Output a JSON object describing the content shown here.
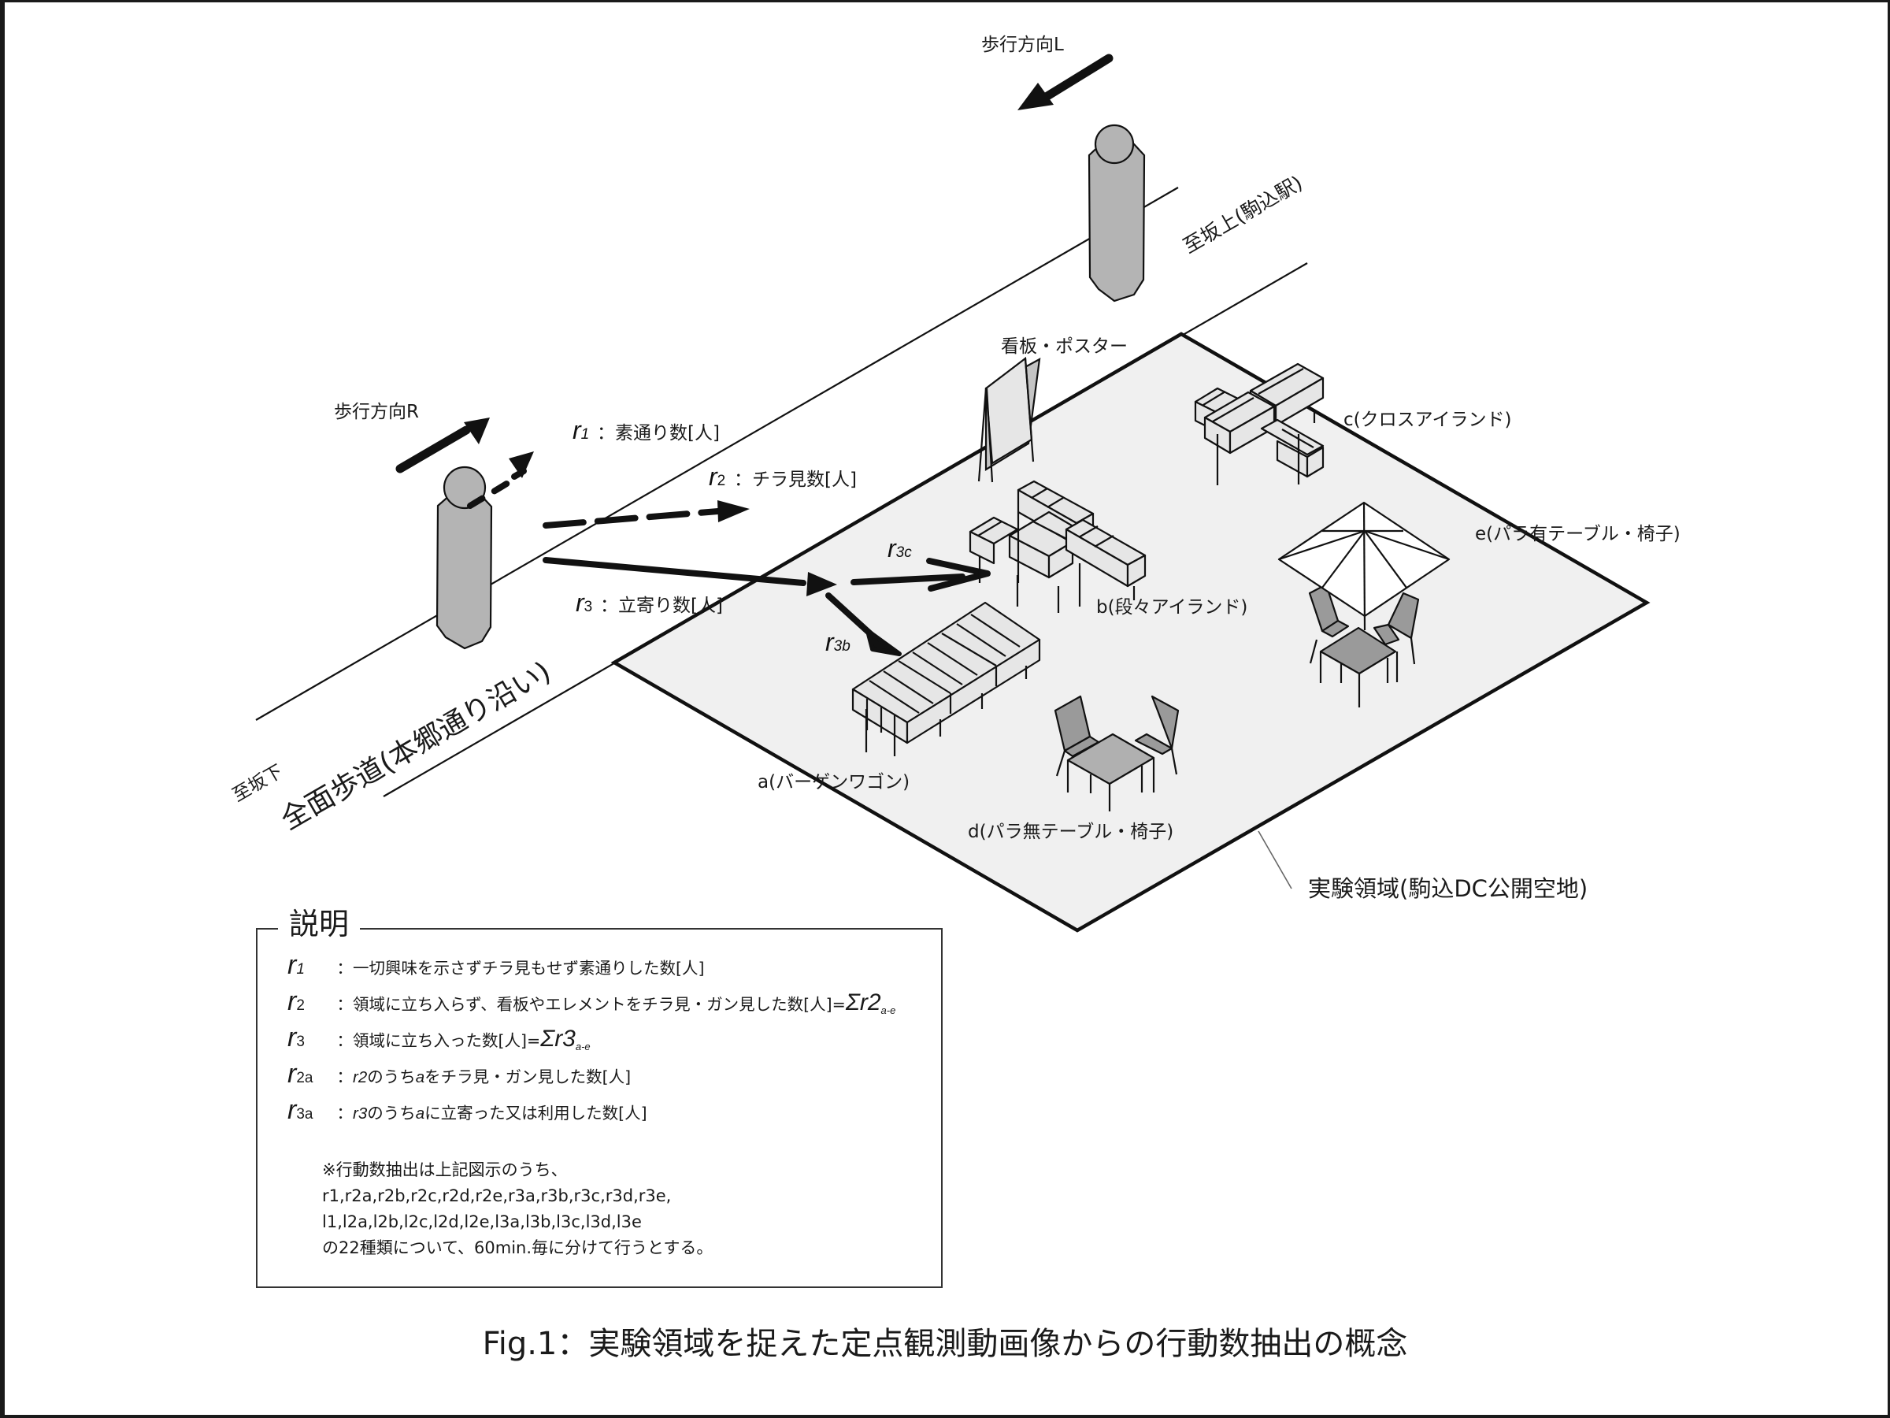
{
  "figure": {
    "caption": "Fig.1：実験領域を捉えた定点観測動画像からの行動数抽出の概念"
  },
  "street": {
    "name": "全面歩道(本郷通り沿い)",
    "toward_downhill": "至坂下",
    "toward_uphill": "至坂上(駒込駅)"
  },
  "walkers": {
    "direction_R": "歩行方向R",
    "direction_L": "歩行方向L"
  },
  "flows": {
    "r1": {
      "sym": "r",
      "sub": "1",
      "label": "：素通り数[人]",
      "style": "dashed-short"
    },
    "r2": {
      "sym": "r",
      "sub": "2",
      "label": "：チラ見数[人]",
      "style": "dashed-long"
    },
    "r3": {
      "sym": "r",
      "sub": "3",
      "label": "：立寄り数[人]",
      "style": "solid"
    },
    "r3b": {
      "sym": "r",
      "sub": "3b"
    },
    "r3c": {
      "sym": "r",
      "sub": "3c"
    }
  },
  "area": {
    "label": "実験領域(駒込DC公開空地)",
    "fill": "#f0f0f0"
  },
  "elements": {
    "signboard": "看板・ポスター",
    "a": "a(バーゲンワゴン)",
    "b": "b(段々アイランド)",
    "c": "c(クロスアイランド)",
    "d": "d(パラ無テーブル・椅子)",
    "e": "e(パラ有テーブル・椅子)"
  },
  "legend": {
    "title": "説明",
    "rows": [
      {
        "sym": "r",
        "sub": "1",
        "text": "：一切興味を示さずチラ見もせず素通りした数[人]",
        "sum": ""
      },
      {
        "sym": "r",
        "sub": "2",
        "text": "：領域に立ち入らず、看板やエレメントをチラ見・ガン見した数[人]=",
        "sum": "Σr2",
        "sum_sub": "a-e"
      },
      {
        "sym": "r",
        "sub": "3",
        "text": "：領域に立ち入った数[人]=",
        "sum": "Σr3",
        "sum_sub": "a-e"
      },
      {
        "sym": "r",
        "sub": "2a",
        "text_parts": [
          "：",
          "r2",
          "のうち",
          "a",
          "をチラ見・ガン見した数[人]"
        ]
      },
      {
        "sym": "r",
        "sub": "3a",
        "text_parts": [
          "：",
          "r3",
          "のうち",
          "a",
          "に立寄った又は利用した数[人]"
        ]
      }
    ],
    "note": [
      "※行動数抽出は上記図示のうち、",
      "r1,r2a,r2b,r2c,r2d,r2e,r3a,r3b,r3c,r3d,r3e,",
      "l1,l2a,l2b,l2c,l2d,l2e,l3a,l3b,l3c,l3d,l3e",
      "の22種類について、60min.毎に分けて行うとする。"
    ]
  },
  "colors": {
    "figure_fill": "#b4b4b4",
    "chair_fill": "#9a9a9a",
    "fixture_fill": "#e4e4e4",
    "ink": "#111111"
  }
}
